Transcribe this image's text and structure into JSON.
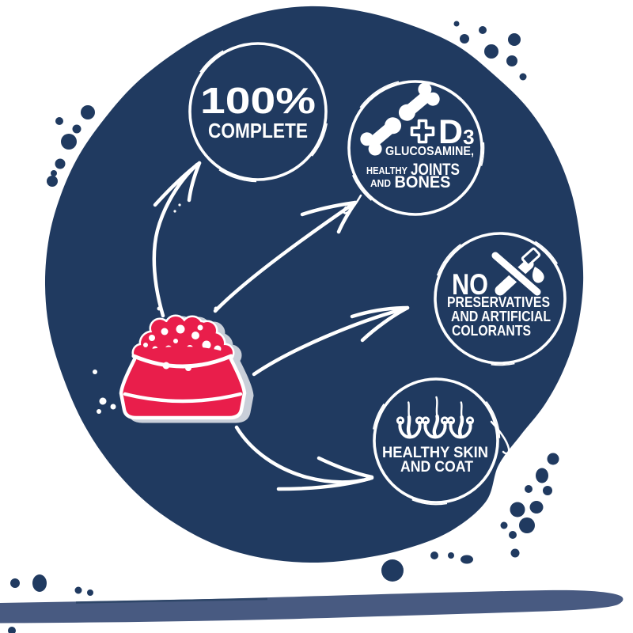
{
  "colors": {
    "navy": "#203a60",
    "red": "#e91e4b",
    "band": "#485a81",
    "white": "#ffffff",
    "bowl_shadow": "#c9cfd9"
  },
  "complete_badge": {
    "percent": "100%",
    "label": "COMPLETE"
  },
  "joints_badge": {
    "supplement": "D",
    "supplement_subscript": "3",
    "ingredient": "GLUCOSAMINE,",
    "small_word_1": "HEALTHY",
    "big_word_1": "JOINTS",
    "small_word_2": "AND",
    "big_word_2": "BONES"
  },
  "no_badge": {
    "headline": "NO",
    "line_1": "PRESERVATIVES",
    "line_2": "AND ARTIFICIAL",
    "line_3": "COLORANTS"
  },
  "skin_badge": {
    "line_1": "HEALTHY SKIN",
    "line_2": "AND COAT"
  }
}
